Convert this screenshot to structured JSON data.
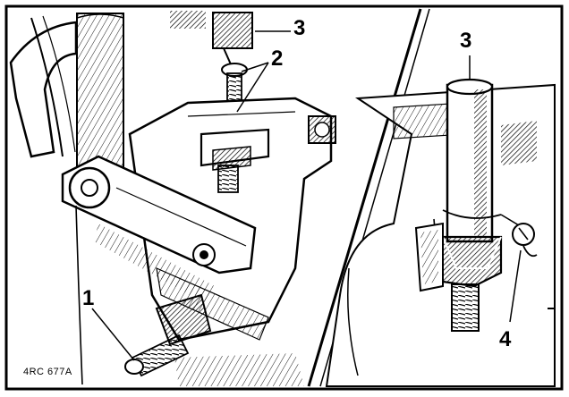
{
  "figure": {
    "callouts": {
      "label_1": "1",
      "label_2": "2",
      "label_3_left": "3",
      "label_3_right": "3",
      "label_4": "4"
    },
    "reference_code": "4RC 677A"
  },
  "colors": {
    "ink": "#000000",
    "paper": "#ffffff",
    "shade": "#6b6b6b"
  }
}
